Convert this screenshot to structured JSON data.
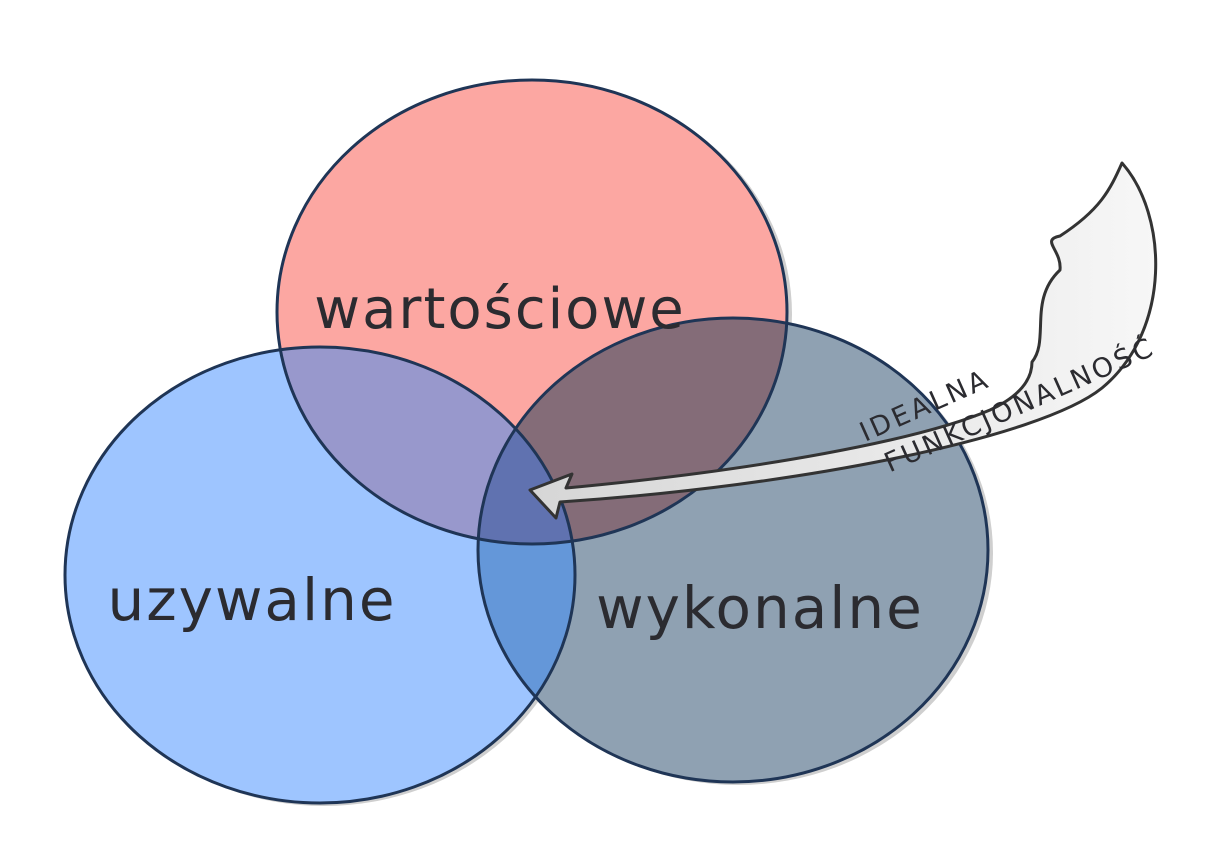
{
  "diagram": {
    "circles": [
      {
        "id": "top",
        "label": "wartościowe",
        "color": "#fca7a2",
        "stroke": "#1f3556"
      },
      {
        "id": "left",
        "label": "uzywalne",
        "color": "#9ec5ff",
        "stroke": "#1f3556"
      },
      {
        "id": "right",
        "label": "wykonalne",
        "color": "#8fa1b2",
        "stroke": "#1f3556"
      }
    ],
    "overlaps": {
      "top_left": "#9898cc",
      "top_right": "#846c78",
      "left_right": "#6497d9",
      "center": "#6072b0"
    },
    "arrow": {
      "line1": "IDEALNA",
      "line2": "FUNKCJONALNOŚĆ",
      "fill": "#e4e4e4",
      "stroke": "#333333"
    }
  }
}
